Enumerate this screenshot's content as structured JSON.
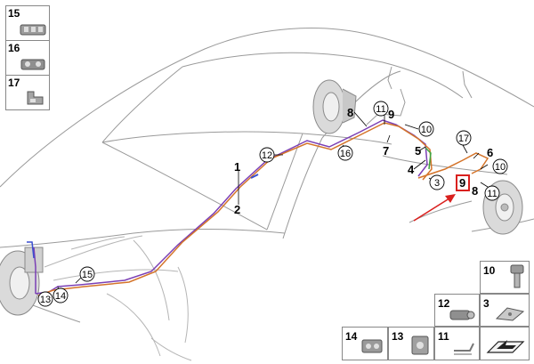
{
  "thumbnails": [
    {
      "number": "15",
      "icon": "multi-clip-icon"
    },
    {
      "number": "16",
      "icon": "double-clip-icon"
    },
    {
      "number": "17",
      "icon": "bracket-clip-icon"
    }
  ],
  "callouts_circled": [
    "12",
    "16",
    "11",
    "10",
    "17",
    "10",
    "11",
    "3",
    "15",
    "13",
    "14"
  ],
  "labels_plain": [
    "1",
    "2",
    "8",
    "9",
    "7",
    "5",
    "4",
    "6",
    "8"
  ],
  "highlighted_part": "9",
  "parts_grid": [
    {
      "number": "10",
      "icon": "bolt-icon"
    },
    {
      "number": "12",
      "icon": "grommet-clip-icon"
    },
    {
      "number": "3",
      "icon": "bracket-plate-icon"
    },
    {
      "number": "14",
      "icon": "pipe-clip-icon"
    },
    {
      "number": "13",
      "icon": "pipe-holder-icon"
    },
    {
      "number": "11",
      "icon": "hose-clamp-icon"
    },
    {
      "number": "",
      "icon": "arrow-shim-icon"
    }
  ],
  "colors": {
    "line_purple": "#7b3fb5",
    "line_orange": "#d4742a",
    "line_blue": "#3a4fd0",
    "line_green": "#3ca33c",
    "highlight_red": "#d9201e"
  }
}
